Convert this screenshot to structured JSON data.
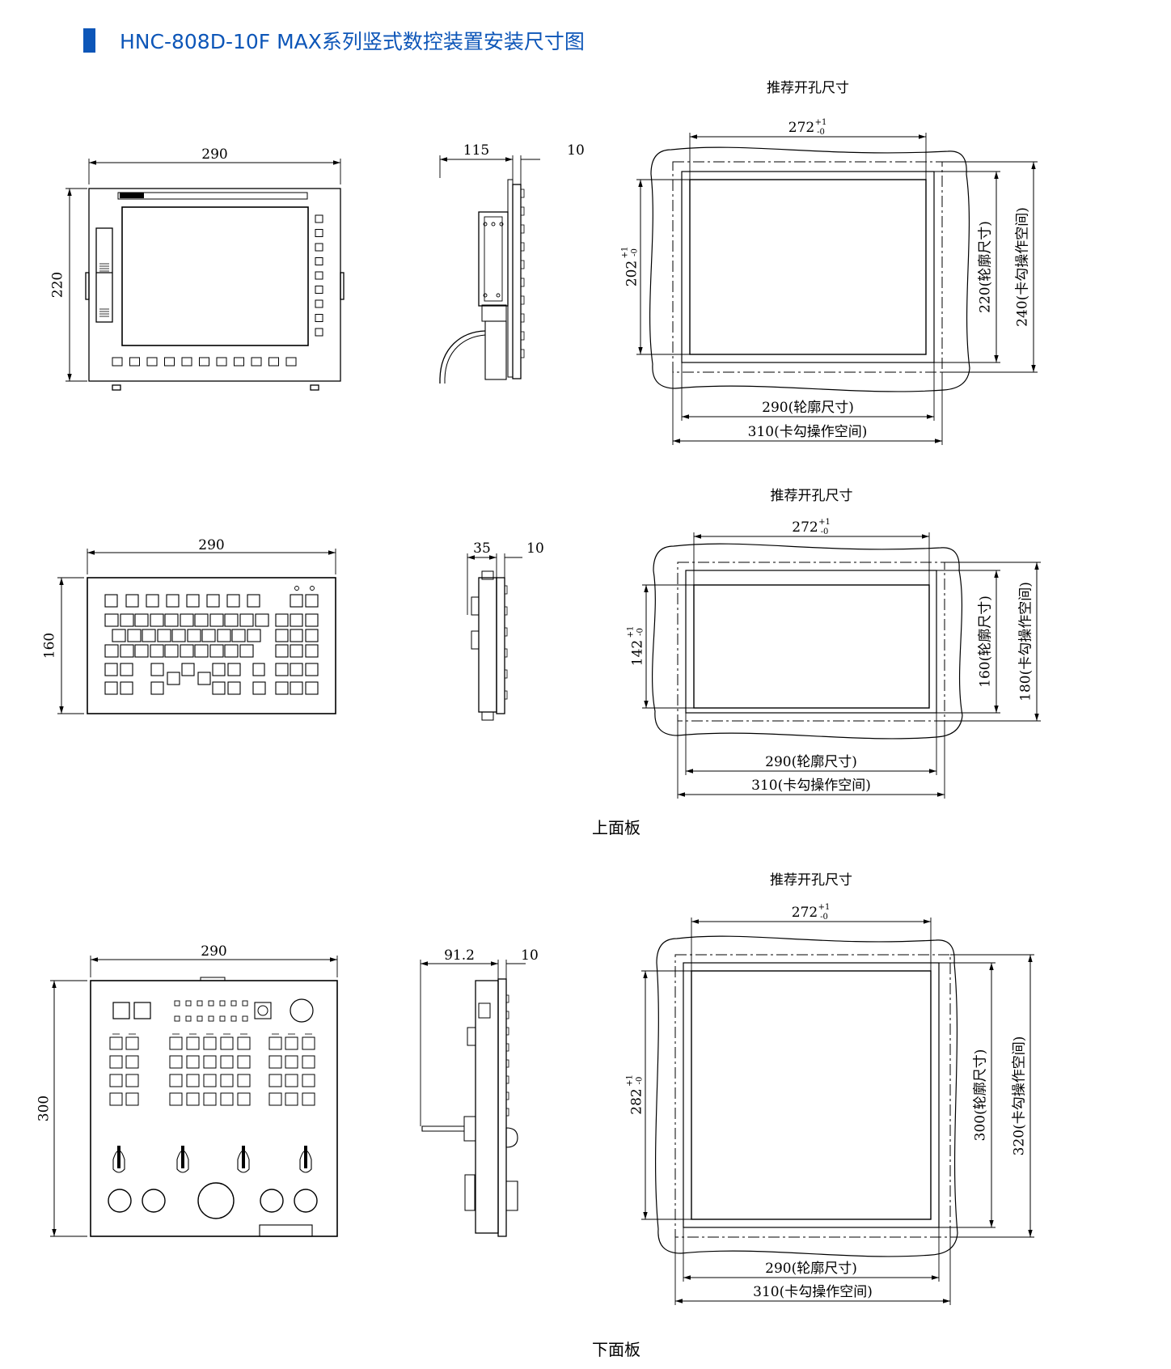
{
  "title": "HNC-808D-10F MAX系列竖式数控装置安装尺寸图",
  "colors": {
    "accent": "#0d56b8",
    "line": "#000000"
  },
  "panels": [
    {
      "id": "monitor",
      "front": {
        "width": "290",
        "height": "220"
      },
      "side": {
        "depth": "115",
        "flange": "10"
      },
      "cutout": {
        "label": "推荐开孔尺寸",
        "width": "272",
        "height": "202",
        "tol_plus": "+1",
        "tol_minus": "-0",
        "outline_w": "290(轮廓尺寸)",
        "outline_h": "220(轮廓尺寸)",
        "space_w": "310(卡勾操作空间)",
        "space_h": "240(卡勾操作空间)"
      }
    },
    {
      "id": "upper",
      "front": {
        "width": "290",
        "height": "160"
      },
      "side": {
        "depth": "35",
        "flange": "10"
      },
      "cutout": {
        "label": "推荐开孔尺寸",
        "width": "272",
        "height": "142",
        "tol_plus": "+1",
        "tol_minus": "-0",
        "outline_w": "290(轮廓尺寸)",
        "outline_h": "160(轮廓尺寸)",
        "space_w": "310(卡勾操作空间)",
        "space_h": "180(卡勾操作空间)"
      },
      "caption": "上面板"
    },
    {
      "id": "lower",
      "front": {
        "width": "290",
        "height": "300"
      },
      "side": {
        "depth": "91.2",
        "flange": "10"
      },
      "cutout": {
        "label": "推荐开孔尺寸",
        "width": "272",
        "height": "282",
        "tol_plus": "+1",
        "tol_minus": "-0",
        "outline_w": "290(轮廓尺寸)",
        "outline_h": "300(轮廓尺寸)",
        "space_w": "310(卡勾操作空间)",
        "space_h": "320(卡勾操作空间)"
      },
      "caption": "下面板"
    }
  ]
}
